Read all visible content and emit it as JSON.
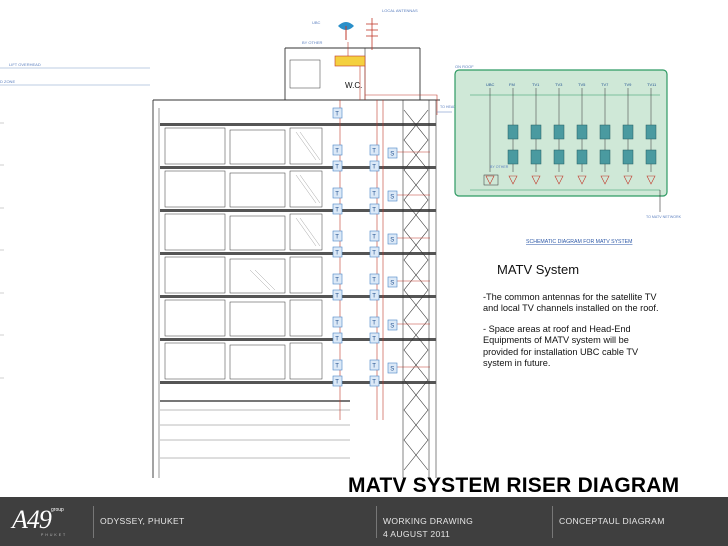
{
  "drawing_labels": {
    "ubc": "UBC",
    "local_antennas": "LOCAL ANTENNAS",
    "by_other": "BY OTHER",
    "lift_overhead": "LIFT OVERHEAD",
    "zone": "D ZONE",
    "wc": "W.C.",
    "on_roof": "ON ROOF",
    "head_end_note": "TO HEAD END AT ROOF FLOOR",
    "channels": [
      "UBC",
      "FM",
      "TV1",
      "TV3",
      "TV5",
      "TV7",
      "TV9",
      "TV11"
    ],
    "by_other_2": "BY OTHER",
    "to_matv_network": "TO MATV NETWORK",
    "schematic_caption": "SCHEMATIC DIAGRAM FOR MATV SYSTEM",
    "tap": "T",
    "splitter": "S"
  },
  "content": {
    "matv_title": "MATV System",
    "desc_1": "-The common antennas for the satellite TV and local TV channels installed on the roof.",
    "desc_2": "-  Space areas at roof and Head-End Equipments of MATV system will be provided for installation UBC cable TV system in future.",
    "main_title": "MATV SYSTEM RISER DIAGRAM"
  },
  "footer": {
    "logo": "A49",
    "logo_sup": "group",
    "logo_sub": "PHUKET",
    "project": "ODYSSEY, PHUKET",
    "stage": "WORKING DRAWING",
    "date": "4 AUGUST 2011",
    "type": "CONCEPTAUL DIAGRAM"
  },
  "colors": {
    "schematic_fill": "#cfe8d7",
    "schematic_border": "#2e9a63",
    "antenna": "#2a8fc9",
    "tap_box": "#4a86c6",
    "riser": "#c0392b",
    "annotation": "#5b7fbf",
    "roof_highlight": "#f4d03f",
    "footer_bg": "#3f3f3f"
  }
}
